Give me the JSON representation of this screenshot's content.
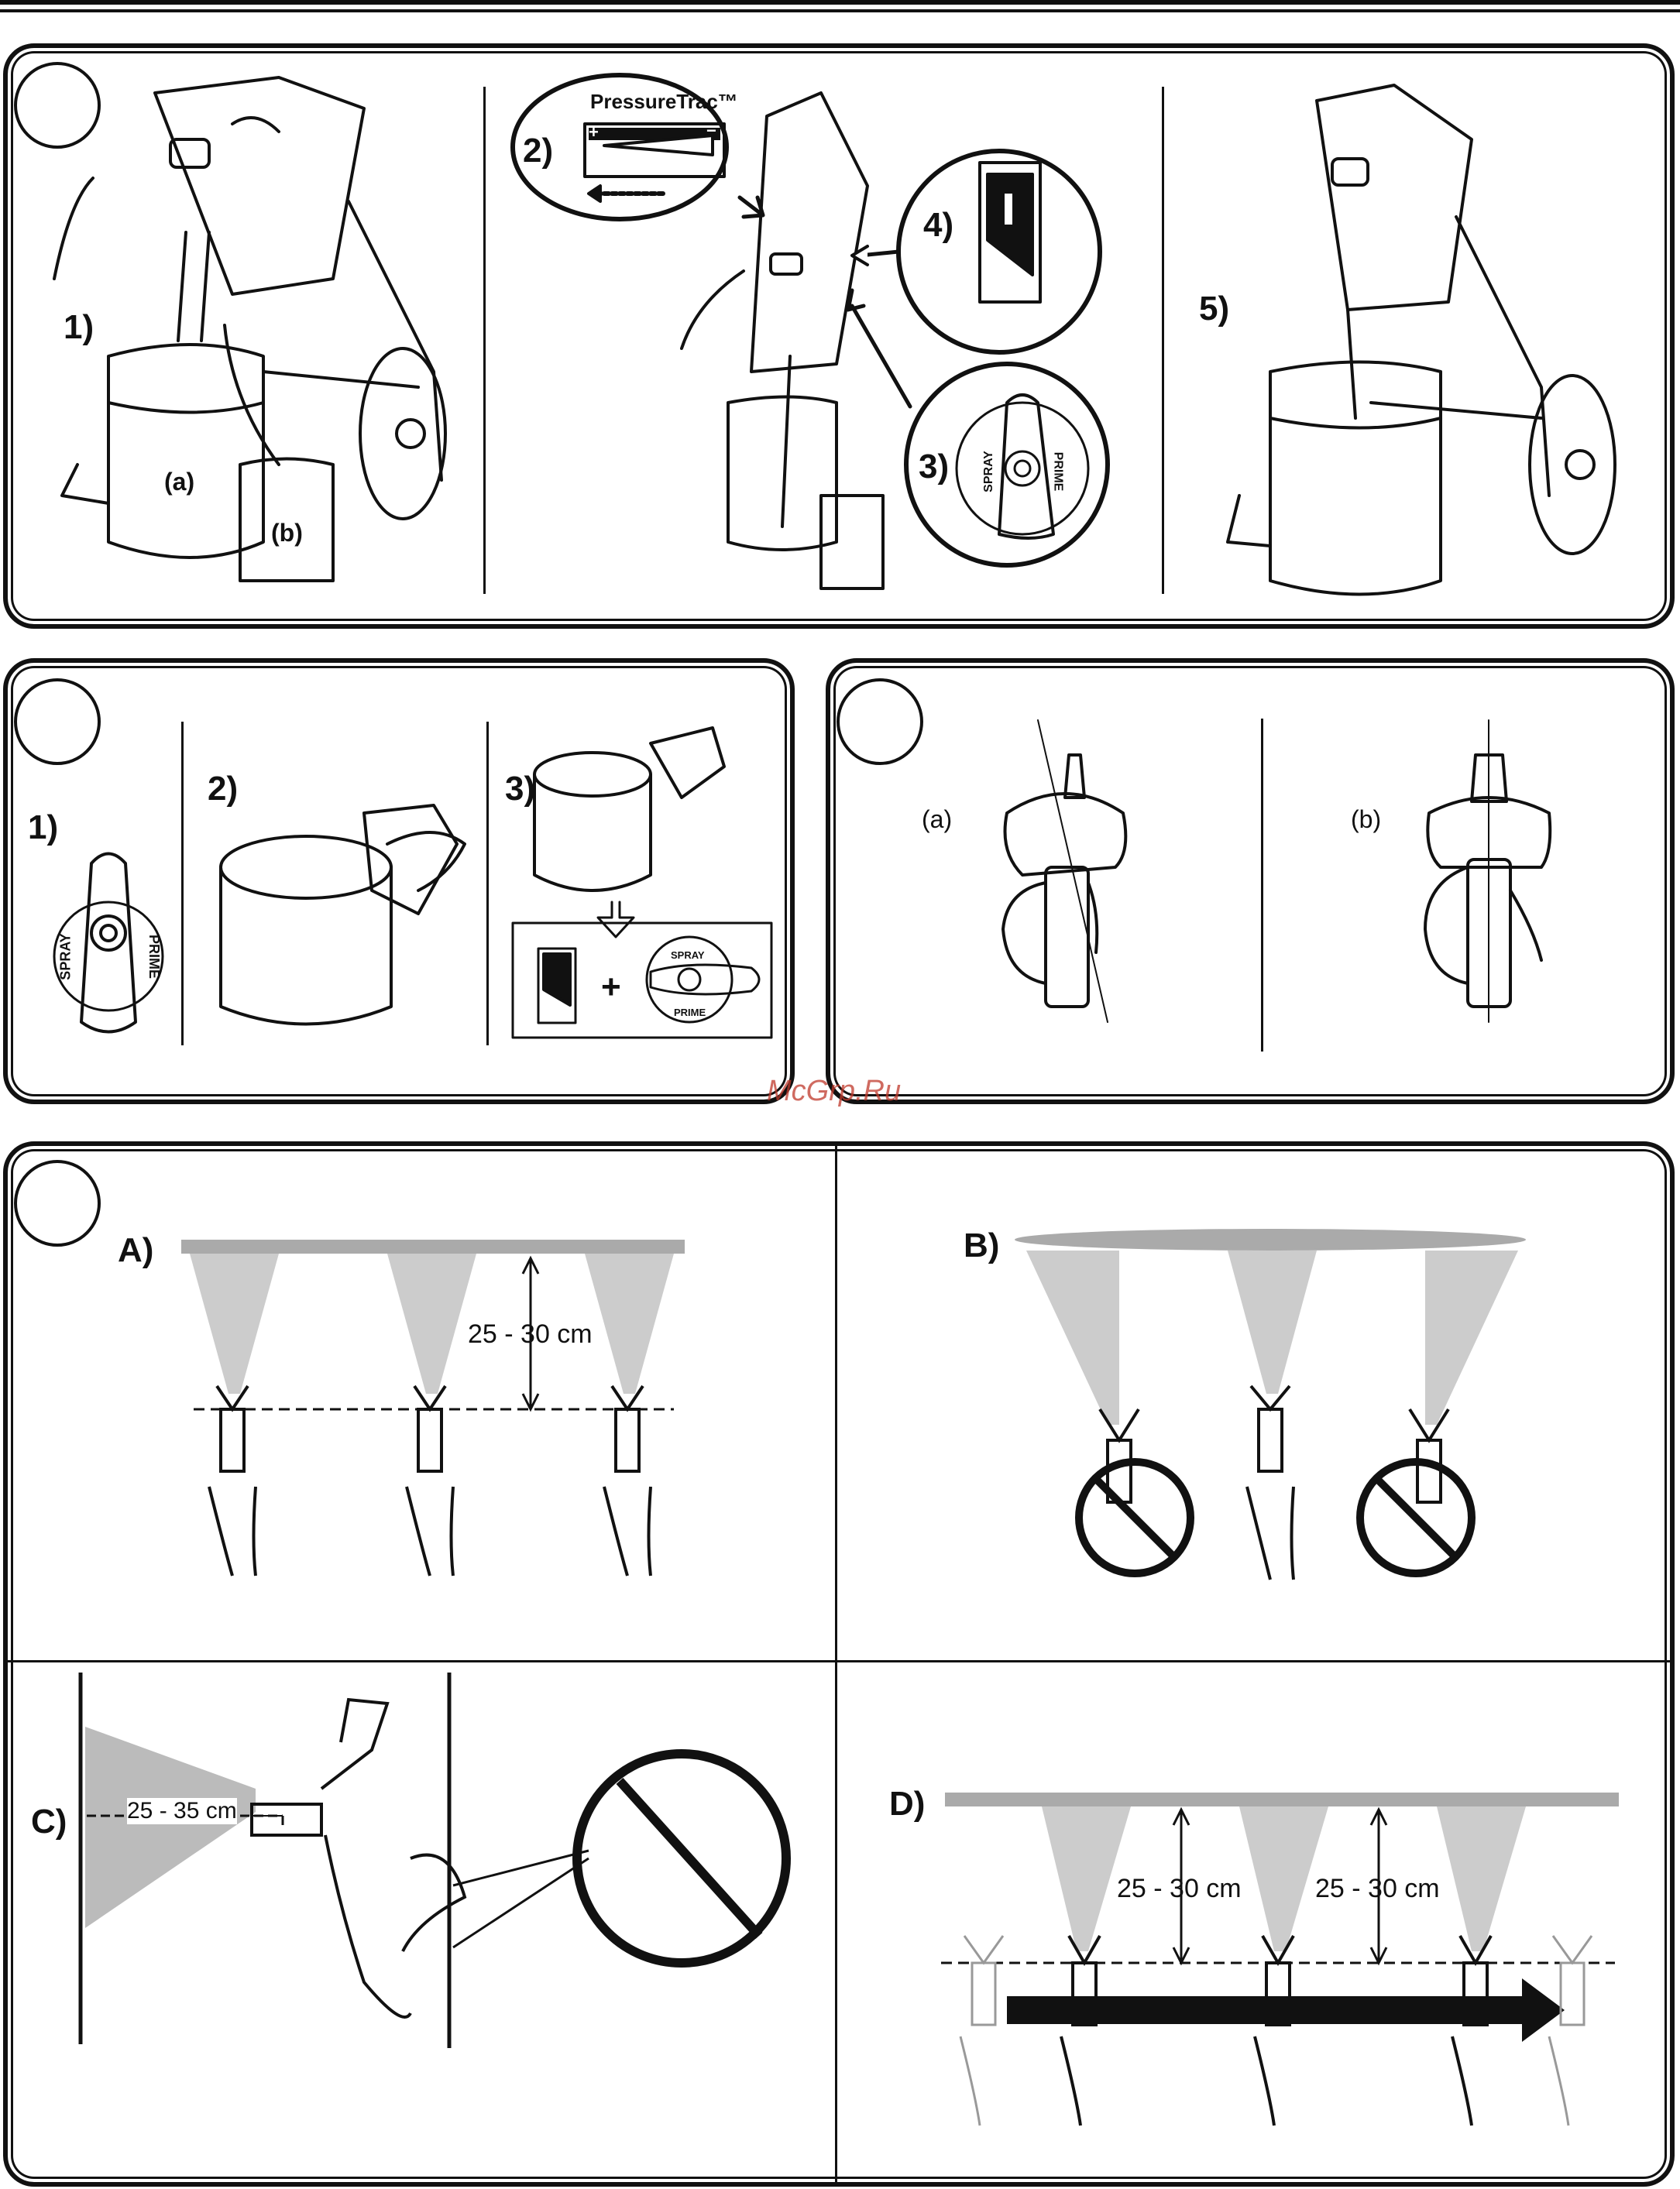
{
  "panel1": {
    "step1": "1)",
    "label_a": "(a)",
    "label_b": "(b)",
    "step2": "2)",
    "pressuretrac_title": "PressureTrac™",
    "gauge_plus": "+",
    "gauge_minus": "−",
    "step3": "3)",
    "step4": "4)",
    "step5": "5)",
    "knob_spray": "SPRAY",
    "knob_prime": "PRIME"
  },
  "panel2": {
    "step1": "1)",
    "step2": "2)",
    "step3": "3)",
    "knob_spray": "SPRAY",
    "knob_prime": "PRIME",
    "plus": "+",
    "mini_spray": "SPRAY",
    "mini_prime": "PRIME"
  },
  "panel3": {
    "label_a": "(a)",
    "label_b": "(b)"
  },
  "watermark": "McGrp.Ru",
  "panel4": {
    "A": {
      "label": "A)",
      "distance": "25 - 30 cm"
    },
    "B": {
      "label": "B)"
    },
    "C": {
      "label": "C)",
      "distance": "25 - 35 cm"
    },
    "D": {
      "label": "D)",
      "distance1": "25 - 30 cm",
      "distance2": "25 - 30 cm"
    }
  },
  "colors": {
    "line": "#111111",
    "spray_gray": "#bdbdbd",
    "light_gray": "#dcdcdc",
    "watermark": "#c0392b"
  }
}
